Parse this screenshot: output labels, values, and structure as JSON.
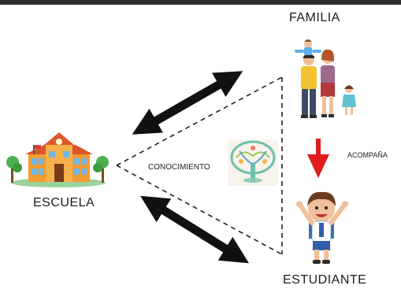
{
  "nodes": {
    "family": {
      "label": "FAMILIA"
    },
    "school": {
      "label": "ESCUELA"
    },
    "student": {
      "label": "ESTUDIANTE"
    }
  },
  "center": {
    "label": "CONOCIMIENTO"
  },
  "relation": {
    "label": "ACOMPAÑA"
  },
  "colors": {
    "arrow": "#111111",
    "accompany_arrow": "#e01c1c",
    "dashed": "#222222",
    "school_wall": "#f39c34",
    "school_roof": "#d9572b",
    "tree": "#6ac0a8"
  },
  "icons": [
    "school-icon",
    "family-icon",
    "student-icon",
    "brain-tree-icon"
  ]
}
